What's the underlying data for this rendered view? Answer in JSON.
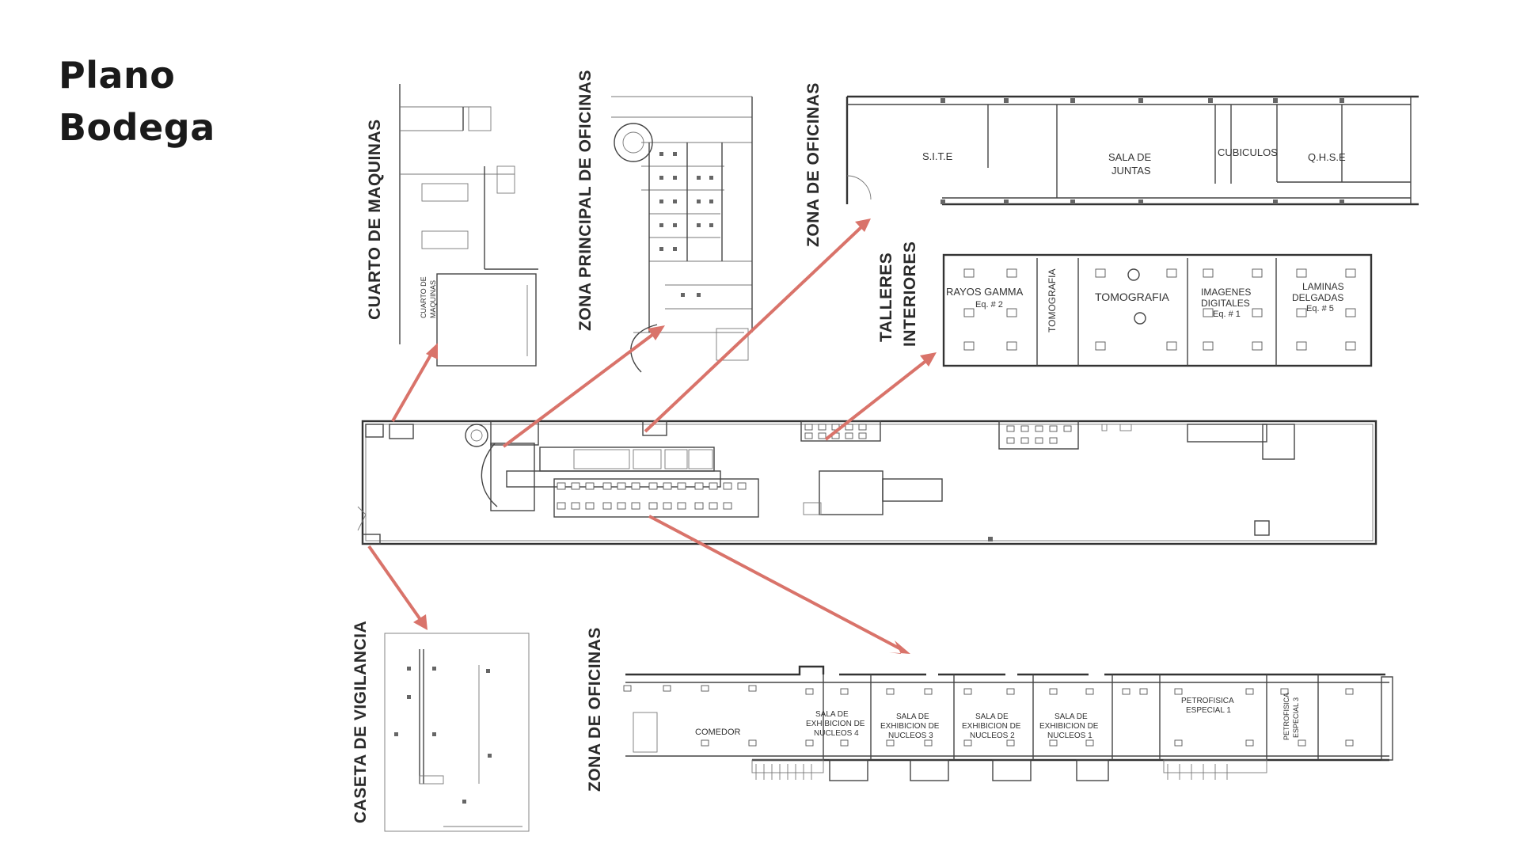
{
  "title": {
    "line1": "Plano",
    "line2": "Bodega"
  },
  "section_labels": {
    "cuarto_maquinas": "CUARTO DE MAQUINAS",
    "zona_principal_oficinas": "ZONA PRINCIPAL DE OFICINAS",
    "zona_oficinas_top": "ZONA DE OFICINAS",
    "talleres": "TALLERES",
    "interiores": "INTERIORES",
    "caseta_vigilancia": "CASETA DE VIGILANCIA",
    "zona_oficinas_bottom": "ZONA DE OFICINAS"
  },
  "cuarto_maquinas_plan": {
    "room_label_1": "CUARTO DE",
    "room_label_2": "MAQUINAS"
  },
  "zona_oficinas_top_plan": {
    "rooms": [
      "S.I.T.E",
      "SALA DE",
      "JUNTAS",
      "CUBICULOS",
      "Q.H.S.E"
    ]
  },
  "talleres_plan": {
    "rooms": [
      "RAYOS GAMMA",
      "Eq. # 2",
      "TOMOGRAFIA",
      "TOMOGRAFIA",
      "IMAGENES",
      "DIGITALES",
      "Eq. # 1",
      "LAMINAS",
      "DELGADAS",
      "Eq. # 5"
    ]
  },
  "zona_oficinas_bottom_plan": {
    "rooms": [
      "COMEDOR",
      "SALA DE",
      "EXHIBICION DE",
      "NUCLEOS 4",
      "SALA DE",
      "EXHIBICION DE",
      "NUCLEOS 3",
      "SALA DE",
      "EXHIBICION DE",
      "NUCLEOS 2",
      "SALA DE",
      "EXHIBICION DE",
      "NUCLEOS 1",
      "PETROFISICA",
      "ESPECIAL 1",
      "PETROFISICA",
      "ESPECIAL 3"
    ]
  },
  "colors": {
    "arrow": "#d9736a",
    "plan_line": "#444444"
  }
}
